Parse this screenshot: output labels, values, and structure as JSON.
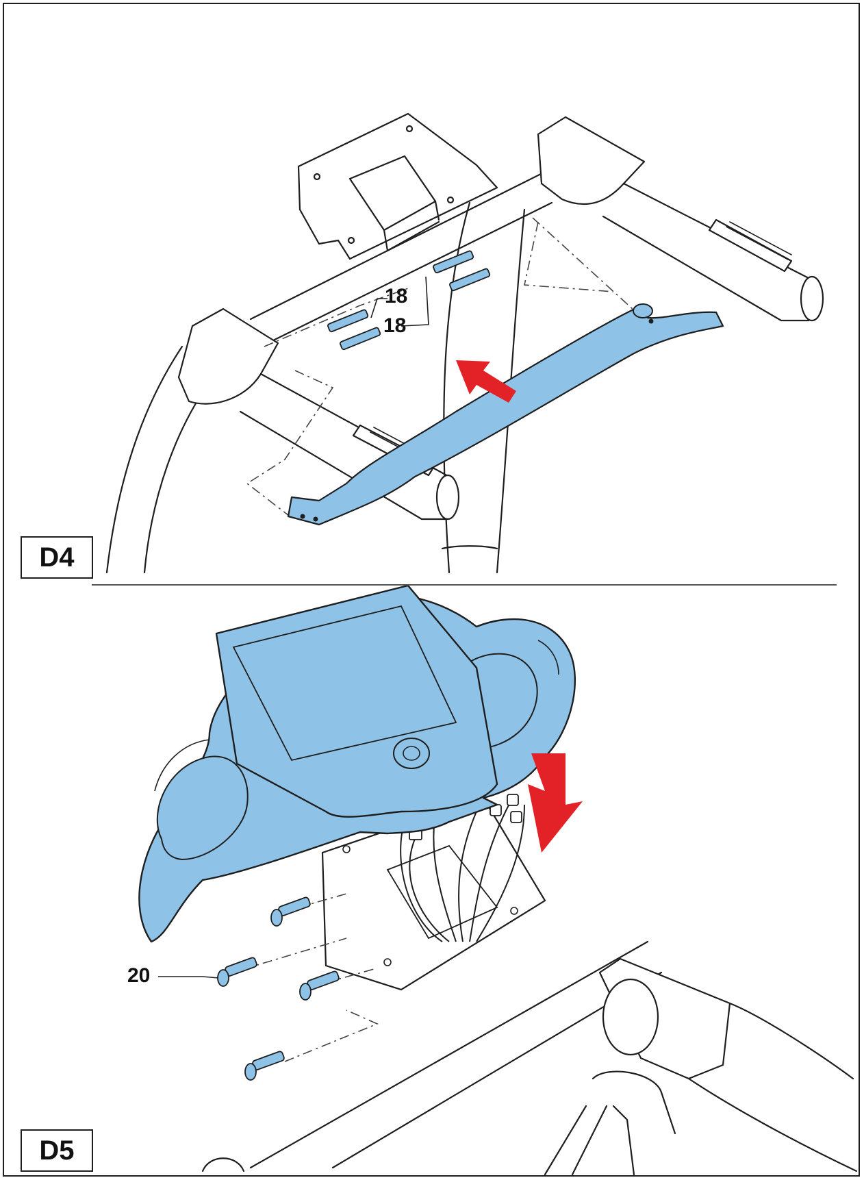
{
  "steps": [
    {
      "label": "D4",
      "callouts": [
        "18",
        "18"
      ]
    },
    {
      "label": "D5",
      "callouts": [
        "20"
      ]
    }
  ],
  "colors": {
    "part_fill": "#8ec2e6",
    "arrow": "#e32227",
    "outline": "#1e1e1e"
  }
}
